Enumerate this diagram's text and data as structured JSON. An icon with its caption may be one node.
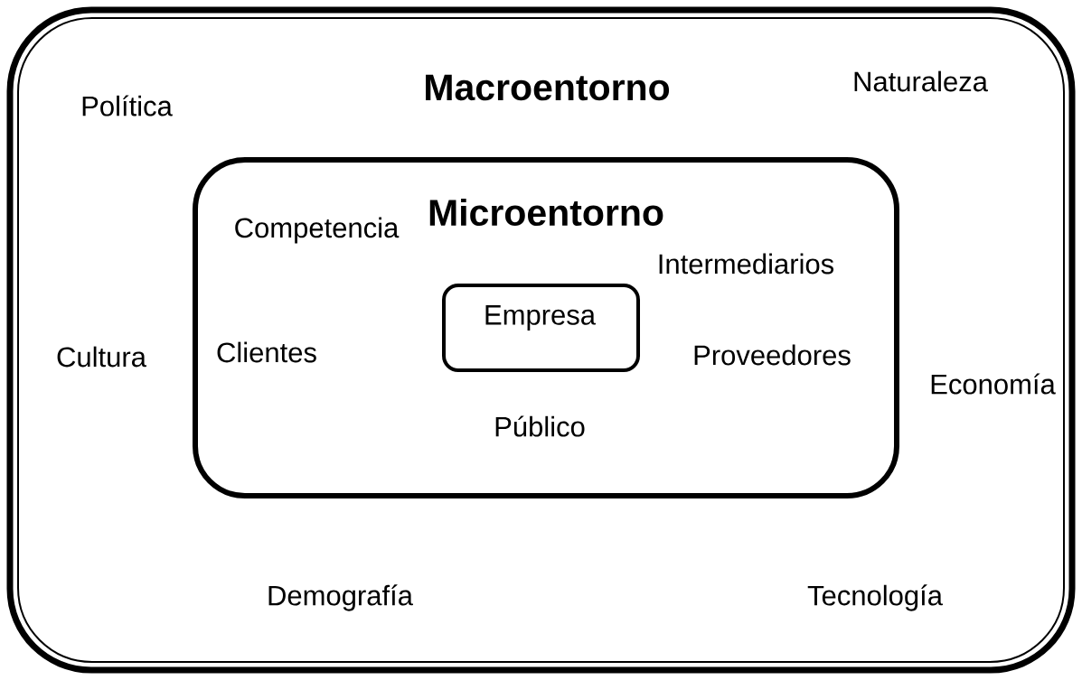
{
  "diagram": {
    "nodes": [
      {
        "text": [
          "Macroentorno",
          "Naturaleza",
          "Política",
          "Cultura",
          "Economía",
          "Demografía",
          "Tecnología"
        ]
      },
      {
        "text": [
          "Microentorno",
          "Competencia",
          "Intermediarios",
          "Clientes",
          "Proveedores",
          "Público"
        ],
        "in": 0
      },
      {
        "text": [
          "Empresa"
        ],
        "in": 1
      }
    ]
  }
}
